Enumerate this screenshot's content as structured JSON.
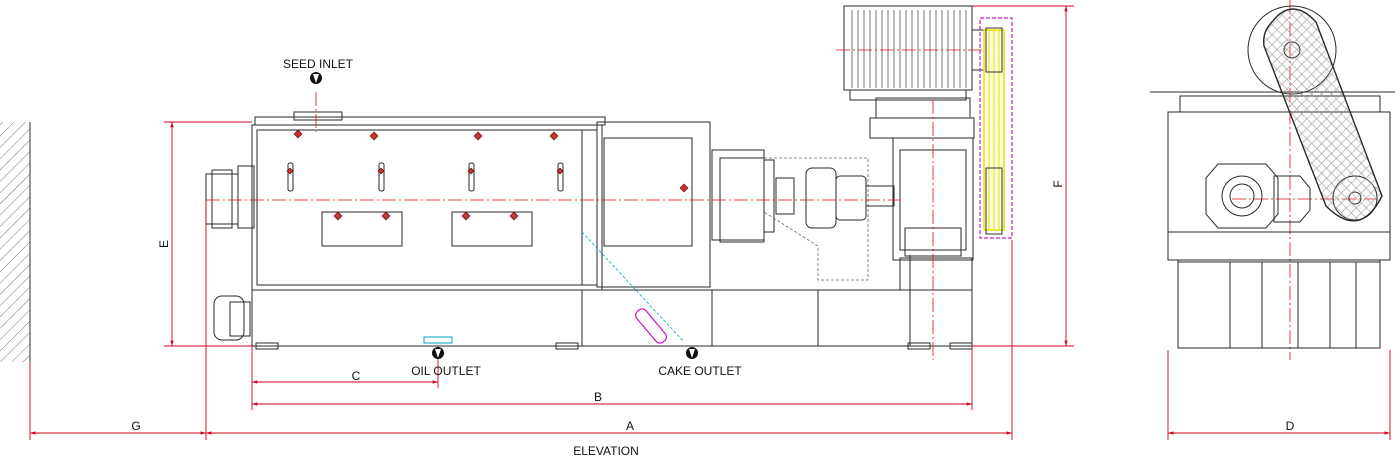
{
  "labels": {
    "seed_inlet": "SEED INLET",
    "oil_outlet": "OIL OUTLET",
    "cake_outlet": "CAKE OUTLET",
    "view_title": "ELEVATION"
  },
  "dimensions": {
    "a": "A",
    "b": "B",
    "c": "C",
    "d": "D",
    "e": "E",
    "f": "F",
    "g": "G"
  },
  "colors": {
    "outline": "#2a2a2a",
    "dimension": "#d0021b",
    "accent_magenta": "#c81ec8",
    "centerline": "#e01010",
    "hidden": "#00a0c8",
    "belt": "#e8e000"
  },
  "icons": {
    "seed_inlet": "down-arrow-icon",
    "oil_outlet": "down-arrow-icon",
    "cake_outlet": "down-arrow-icon"
  }
}
